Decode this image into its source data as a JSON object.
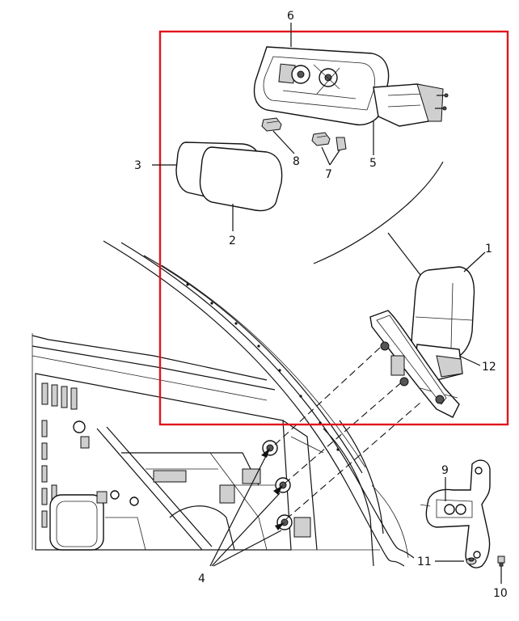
{
  "callouts": {
    "c1": "1",
    "c2": "2",
    "c3": "3",
    "c4": "4",
    "c5": "5",
    "c6": "6",
    "c7": "7",
    "c8": "8",
    "c9": "9",
    "c10": "10",
    "c11": "11",
    "c12": "12"
  },
  "colors": {
    "detail_box": "#e0141e",
    "line": "#111111"
  }
}
